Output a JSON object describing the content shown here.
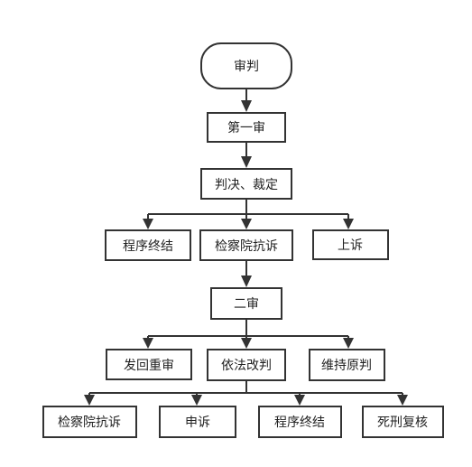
{
  "diagram": {
    "nodes": {
      "trial": "审判",
      "first_instance": "第一审",
      "judgment_ruling": "判决、裁定",
      "procedure_conclusion_1": "程序终结",
      "procuratorate_protest_1": "检察院抗诉",
      "appeal": "上诉",
      "second_instance": "二审",
      "remand_retrial": "发回重审",
      "amend_by_law": "依法改判",
      "uphold_original": "维持原判",
      "procuratorate_protest_2": "检察院抗诉",
      "petition": "申诉",
      "procedure_conclusion_2": "程序终结",
      "death_penalty_review": "死刑复核"
    }
  }
}
